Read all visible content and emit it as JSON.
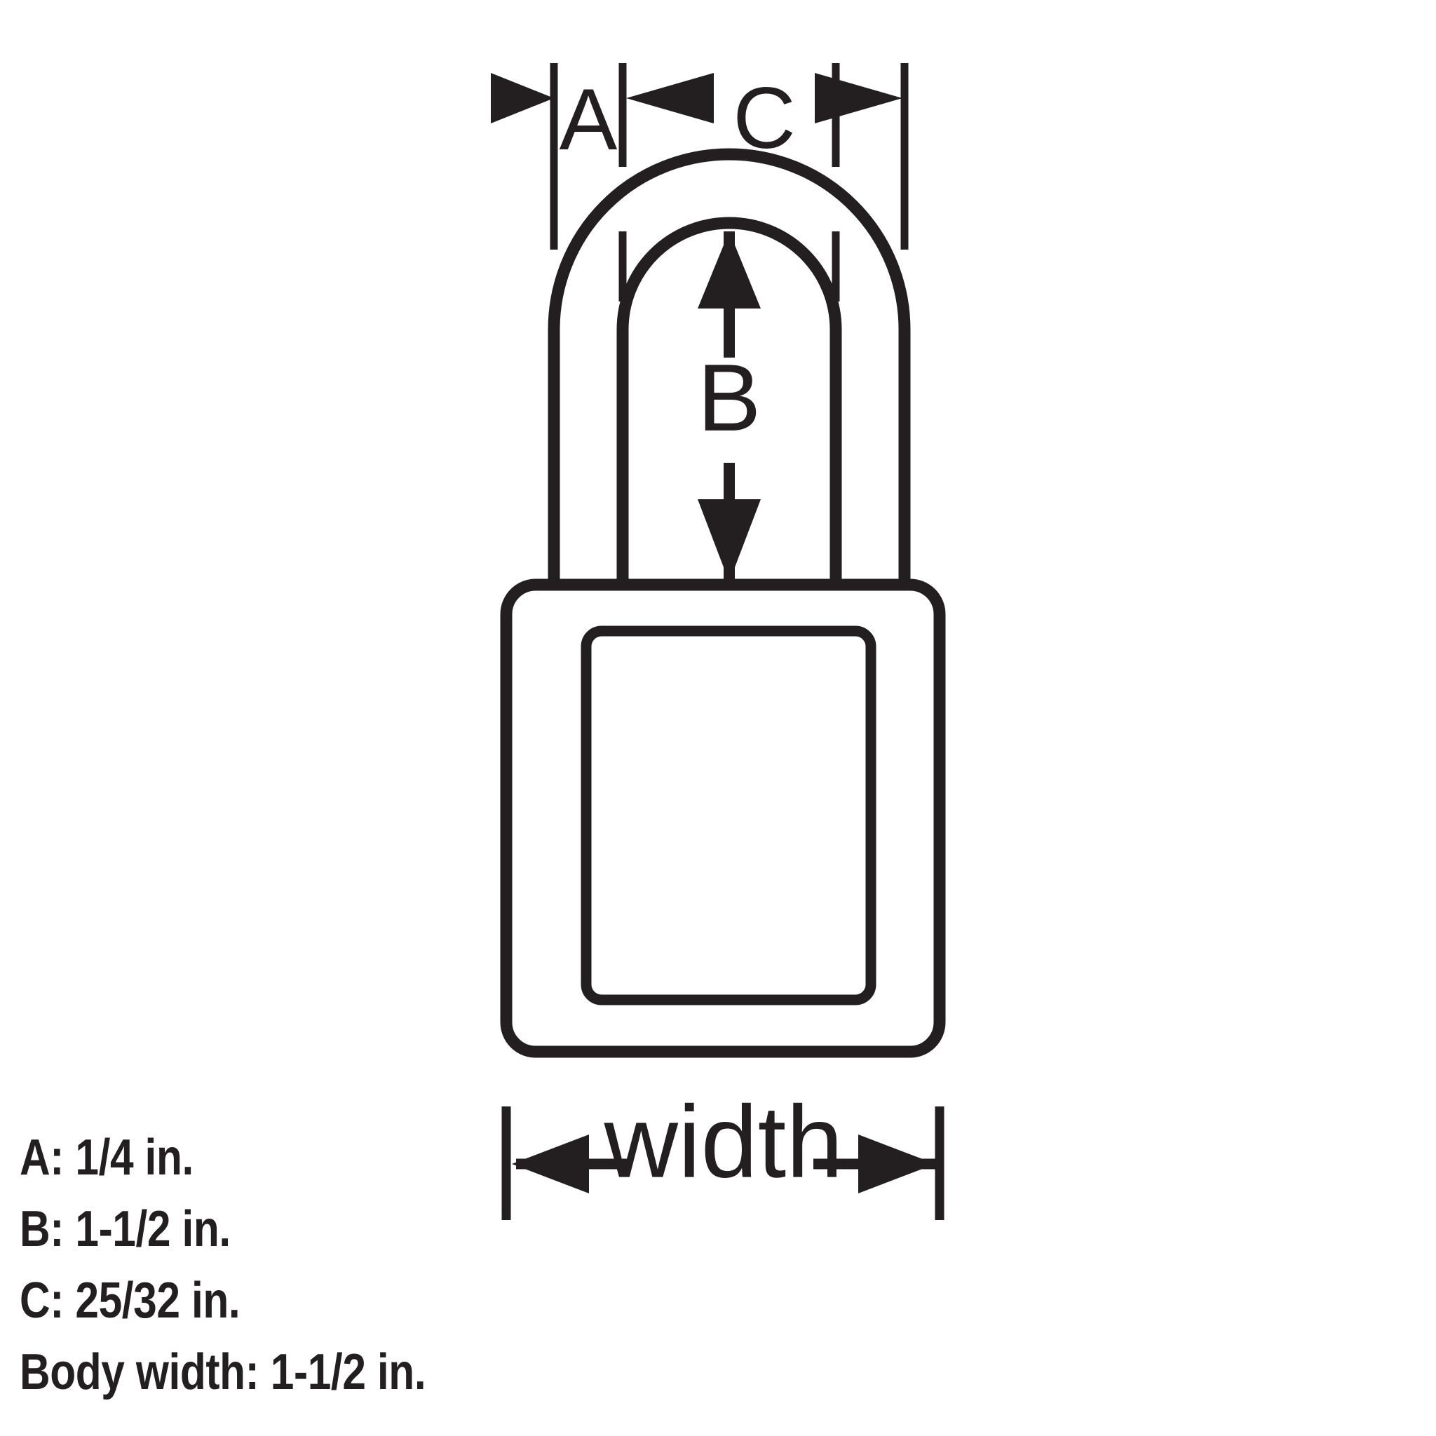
{
  "figure": {
    "title": "Padlock dimension diagram",
    "stroke_color": "#231f20",
    "background_color": "#ffffff"
  },
  "dimensions": {
    "a_letter": "A",
    "b_letter": "B",
    "c_letter": "C",
    "width_label": "width"
  },
  "legend": {
    "lines": [
      "A: 1/4 in.",
      "B: 1-1/2 in.",
      "C: 25/32 in.",
      "Body width: 1-1/2 in."
    ],
    "items": [
      {
        "key": "A",
        "label": "A:",
        "value": "1/4 in."
      },
      {
        "key": "B",
        "label": "B:",
        "value": "1-1/2 in."
      },
      {
        "key": "C",
        "label": "C:",
        "value": "25/32 in."
      },
      {
        "key": "Body width",
        "label": "Body width:",
        "value": "1-1/2 in."
      }
    ]
  },
  "parts": {
    "shackle": "shackle",
    "body": "lock-body",
    "label_plate": "label-plate"
  }
}
